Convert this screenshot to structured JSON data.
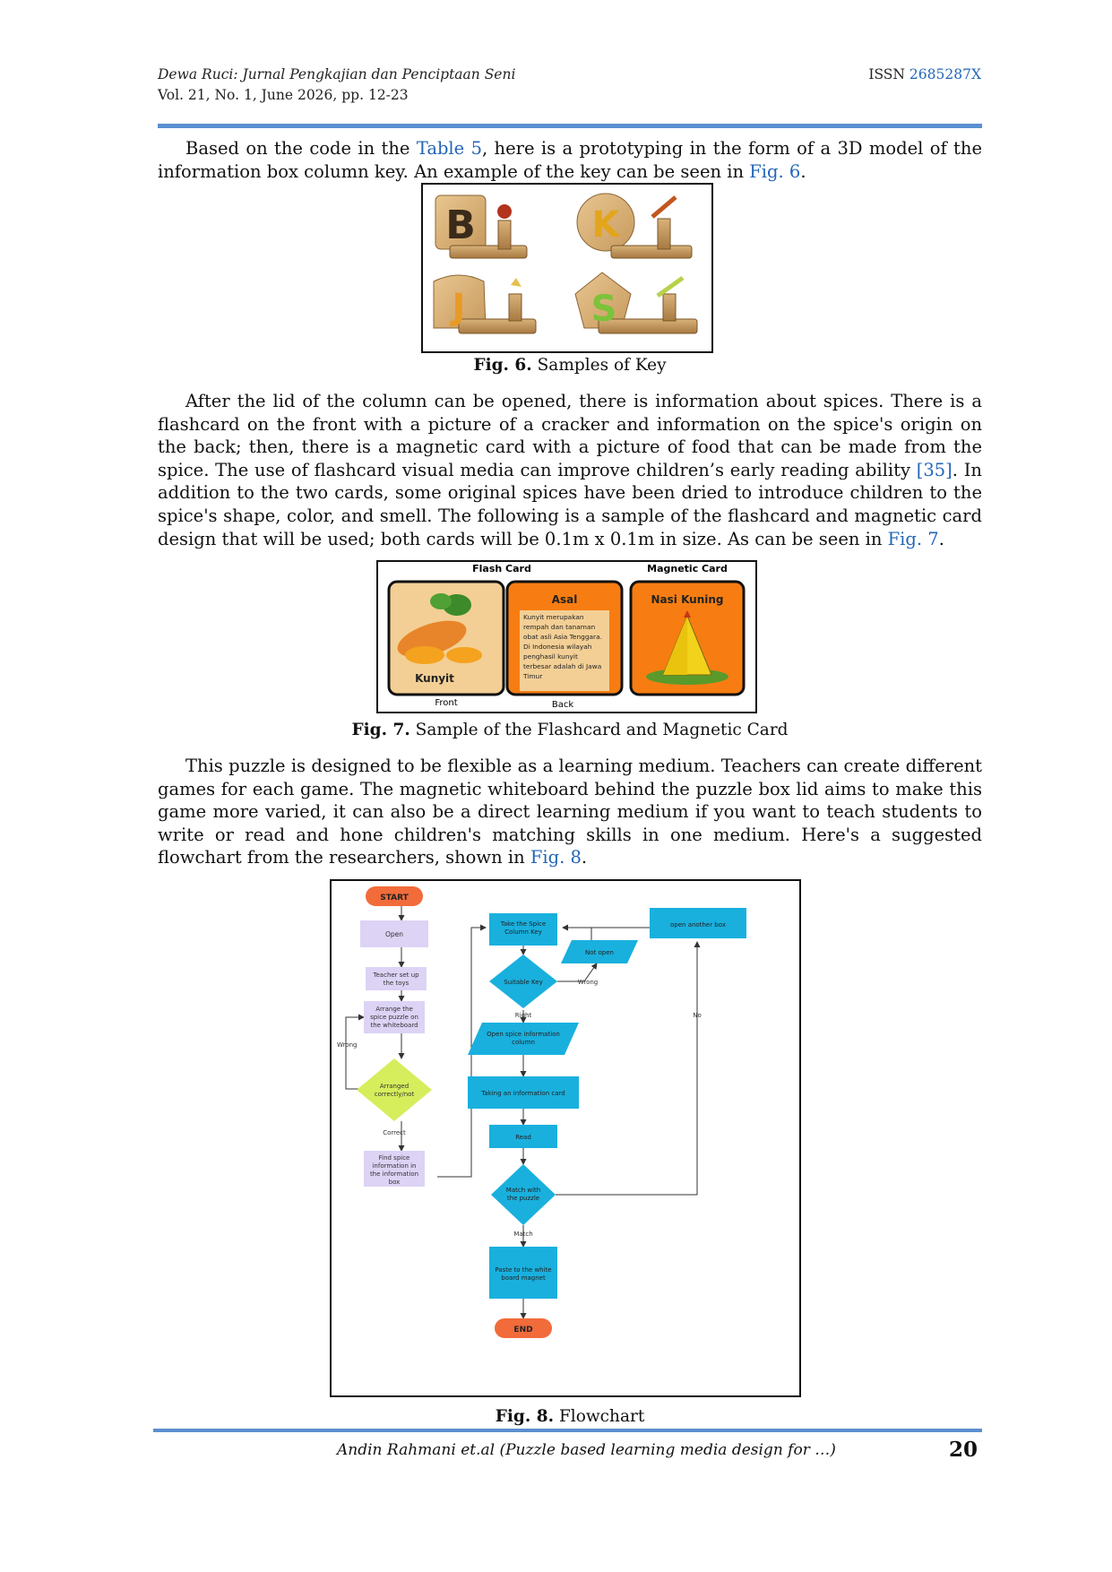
{
  "header": {
    "journal": "Dewa Ruci: Jurnal Pengkajian dan Penciptaan Seni",
    "volume": "Vol. 21, No. 1, June 2026, pp. 12-23",
    "issn_label": "ISSN",
    "issn_number": "2685287X"
  },
  "para1": {
    "t1": "Based on the code in the ",
    "ref_table": "Table 5",
    "t2": ", here is a prototyping in the form of a 3D model of the information box column key. An example of the key can be seen in ",
    "ref_fig": "Fig. 6",
    "t3": "."
  },
  "fig6": {
    "label": "Fig. 6.",
    "caption": "Samples of Key",
    "letters": [
      "B",
      "K",
      "J",
      "S"
    ]
  },
  "para2": {
    "t1": "After the lid of the column can be opened, there is information about spices. There is a flashcard on the front with a picture of a cracker and information on the spice's origin on the back; then, there is a magnetic card with a picture of food that can be made from the spice. The use of flashcard visual media can improve children’s early reading ability ",
    "ref_cite": "[35]",
    "t2": ". In addition to the two cards, some original spices have been dried to introduce children to the spice's shape, color, and smell. The following is a sample of the flashcard and magnetic card design that will be used; both cards will be 0.1m x 0.1m in size. As can be seen in ",
    "ref_fig": "Fig. 7",
    "t3": "."
  },
  "fig7": {
    "flash_title": "Flash Card",
    "magnetic_title": "Magnetic Card",
    "front_word": "Kunyit",
    "back_title": "Asal",
    "back_lines": [
      "Kunyit merupakan",
      "rempah dan tanaman",
      "obat asli Asia Tenggara.",
      "Di Indonesia wilayah",
      "penghasil kunyit",
      "terbesar adalah di Jawa",
      "Timur"
    ],
    "magnetic_word": "Nasi Kuning",
    "front_label": "Front",
    "back_label": "Back",
    "label": "Fig. 7.",
    "caption": "Sample of the Flashcard and Magnetic Card",
    "colors": {
      "front_bg": "#f3cf95",
      "back_bg": "#f77d12",
      "magnetic_bg": "#f77d12",
      "turmeric": "#e8852a"
    }
  },
  "para3": {
    "t1": "This puzzle is designed to be flexible as a learning medium. Teachers can create different games for each game. The magnetic whiteboard behind the puzzle box lid aims to make this game more varied, it can also be a direct learning medium if you want to teach students to write or read and hone children's matching skills in one medium. Here's a suggested flowchart from the researchers, shown in ",
    "ref_fig": "Fig. 8",
    "t2": "."
  },
  "fig8": {
    "label": "Fig. 8.",
    "caption": "Flowchart",
    "nodes": {
      "start": "START",
      "open": "Open",
      "teacher": [
        "Teacher set up",
        "the toys"
      ],
      "arrange": [
        "Arrange the",
        "spice puzzle on",
        "the whiteboard"
      ],
      "arranged_q": [
        "Arranged",
        "correctly/not"
      ],
      "find": [
        "Find spice",
        "information in",
        "the information",
        "box"
      ],
      "take_key": [
        "Take the Spice",
        "Column Key"
      ],
      "suitable_key": "Suitable Key",
      "not_open": "Not open",
      "open_another": "open another box",
      "open_column": [
        "Open spice information",
        "column"
      ],
      "taking_card": "Taking an information card",
      "read": "Read",
      "match_q": [
        "Match with",
        "the puzzle"
      ],
      "paste": [
        "Paste to the white",
        "board magnet"
      ],
      "end": "END"
    },
    "edges": {
      "wrong_left": "Wrong",
      "correct": "Correct",
      "wrong_key": "Wrong",
      "right": "Right",
      "no": "No",
      "match": "Match"
    },
    "colors": {
      "terminal": "#f26b3a",
      "purple": "#dcd3f5",
      "green": "#d6ee5c",
      "cyan": "#19b0de"
    }
  },
  "footer": {
    "author": "Andin Rahmani et.al (Puzzle based learning media design for …)",
    "page": "20"
  }
}
